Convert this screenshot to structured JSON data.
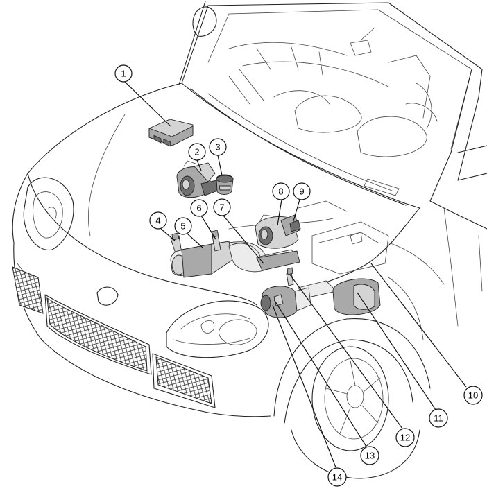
{
  "callouts": [
    {
      "id": 1,
      "label": "1"
    },
    {
      "id": 2,
      "label": "2"
    },
    {
      "id": 3,
      "label": "3"
    },
    {
      "id": 4,
      "label": "4"
    },
    {
      "id": 5,
      "label": "5"
    },
    {
      "id": 6,
      "label": "6"
    },
    {
      "id": 7,
      "label": "7"
    },
    {
      "id": 8,
      "label": "8"
    },
    {
      "id": 9,
      "label": "9"
    },
    {
      "id": 10,
      "label": "10"
    },
    {
      "id": 11,
      "label": "11"
    },
    {
      "id": 12,
      "label": "12"
    },
    {
      "id": 13,
      "label": "13"
    },
    {
      "id": 14,
      "label": "14"
    }
  ]
}
